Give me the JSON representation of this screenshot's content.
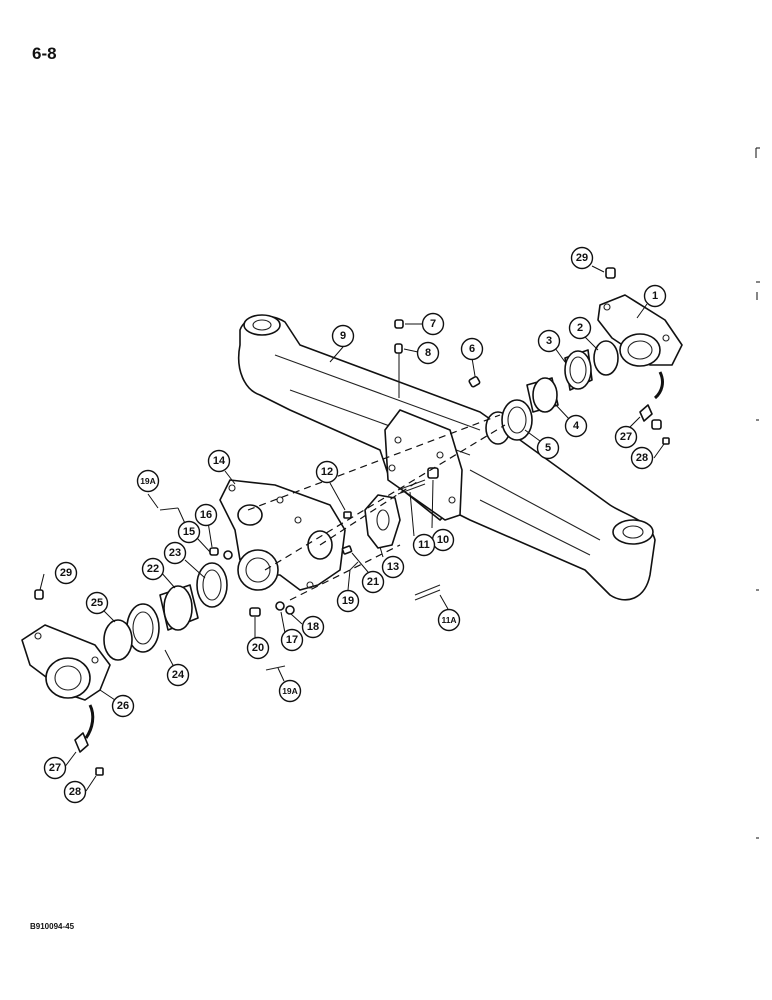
{
  "page_number": "6-8",
  "figure_code": "B910094-45",
  "callouts": [
    {
      "id": "c1",
      "label": "1"
    },
    {
      "id": "c2",
      "label": "2"
    },
    {
      "id": "c3",
      "label": "3"
    },
    {
      "id": "c4",
      "label": "4"
    },
    {
      "id": "c5",
      "label": "5"
    },
    {
      "id": "c6",
      "label": "6"
    },
    {
      "id": "c7",
      "label": "7"
    },
    {
      "id": "c8",
      "label": "8"
    },
    {
      "id": "c9",
      "label": "9"
    },
    {
      "id": "c10",
      "label": "10"
    },
    {
      "id": "c11",
      "label": "11"
    },
    {
      "id": "c11a",
      "label": "11A"
    },
    {
      "id": "c12",
      "label": "12"
    },
    {
      "id": "c13",
      "label": "13"
    },
    {
      "id": "c14",
      "label": "14"
    },
    {
      "id": "c15",
      "label": "15"
    },
    {
      "id": "c16",
      "label": "16"
    },
    {
      "id": "c17",
      "label": "17"
    },
    {
      "id": "c18",
      "label": "18"
    },
    {
      "id": "c19",
      "label": "19"
    },
    {
      "id": "c19a1",
      "label": "19A"
    },
    {
      "id": "c19a2",
      "label": "19A"
    },
    {
      "id": "c20",
      "label": "20"
    },
    {
      "id": "c21",
      "label": "21"
    },
    {
      "id": "c22",
      "label": "22"
    },
    {
      "id": "c23",
      "label": "23"
    },
    {
      "id": "c24",
      "label": "24"
    },
    {
      "id": "c25",
      "label": "25"
    },
    {
      "id": "c26",
      "label": "26"
    },
    {
      "id": "c27r",
      "label": "27"
    },
    {
      "id": "c27l",
      "label": "27"
    },
    {
      "id": "c28r",
      "label": "28"
    },
    {
      "id": "c28l",
      "label": "28"
    },
    {
      "id": "c29r",
      "label": "29"
    },
    {
      "id": "c29l",
      "label": "29"
    }
  ]
}
